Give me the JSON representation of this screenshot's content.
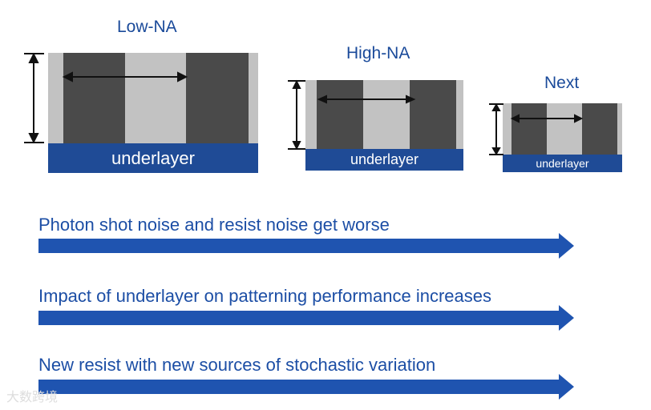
{
  "diagram": {
    "stacks": [
      {
        "title": "Low-NA",
        "underlayer_label": "underlayer"
      },
      {
        "title": "High-NA",
        "underlayer_label": "underlayer"
      },
      {
        "title": "Next",
        "underlayer_label": "underlayer"
      }
    ],
    "trends": [
      {
        "label": "Photon shot noise and resist noise get worse"
      },
      {
        "label": "Impact of underlayer on patterning performance increases"
      },
      {
        "label": "New resist with new sources of stochastic variation"
      }
    ],
    "watermark": "大数跨境",
    "colors": {
      "title_blue": "#1a4a9a",
      "underlayer_blue": "#1f4b96",
      "arrow_blue": "#1f54b0",
      "resist_dark": "#4a4a4a",
      "resist_light": "#c2c2c2"
    }
  }
}
